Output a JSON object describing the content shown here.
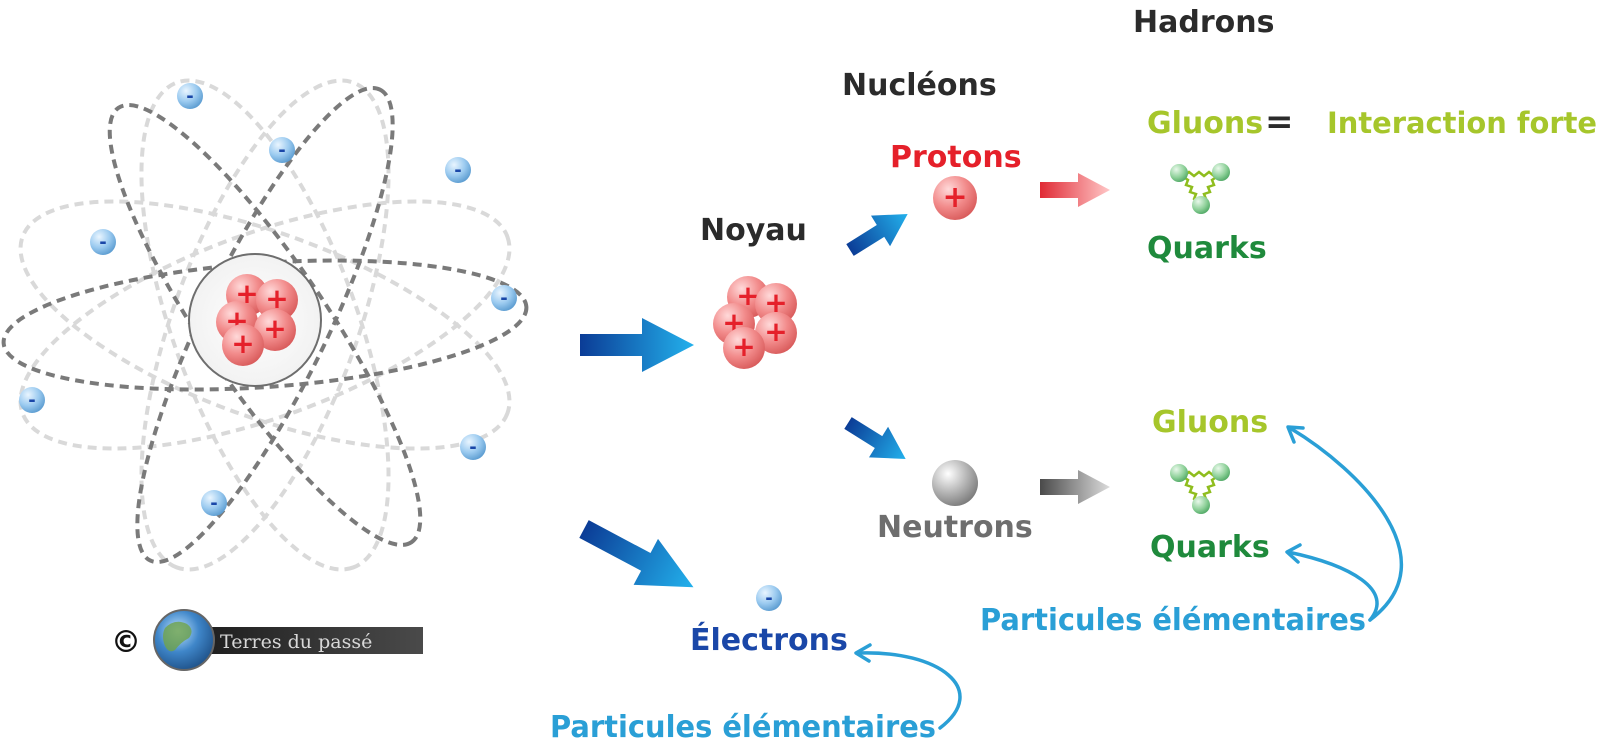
{
  "labels": {
    "hadrons": "Hadrons",
    "nucleons": "Nucléons",
    "noyau": "Noyau",
    "protons": "Protons",
    "neutrons": "Neutrons",
    "gluons_top": "Gluons",
    "equals": "=",
    "interaction": "Interaction forte",
    "quarks_top": "Quarks",
    "gluons_bottom": "Gluons",
    "quarks_bottom": "Quarks",
    "particules_right": "Particules élémentaires",
    "electrons": "Électrons",
    "particules_bottom": "Particules élémentaires"
  },
  "symbols": {
    "plus": "+",
    "minus": "-"
  },
  "watermark": {
    "copyright": "©",
    "text": "Terres du passé"
  },
  "colors": {
    "dark": "#2b2b2b",
    "proton_red": "#e5202a",
    "gluon_lime": "#a6c62b",
    "quark_green": "#1f8a3c",
    "neutron_gray": "#6e6e6e",
    "electron_blue": "#1a47a8",
    "particle_cyan": "#2a9fd6"
  }
}
